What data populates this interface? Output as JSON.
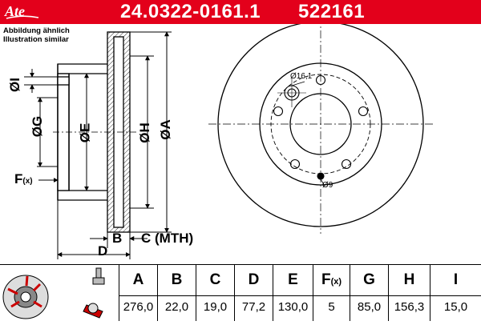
{
  "header": {
    "logo_text": "Ate",
    "part_number": "24.0322-0161.1",
    "ref_number": "522161",
    "background": "#e3001b"
  },
  "caption": {
    "line1": "Abbildung ähnlich",
    "line2": "Illustration similar"
  },
  "section_labels": {
    "I": "ØI",
    "G": "ØG",
    "E": "ØE",
    "H": "ØH",
    "A": "ØA",
    "F": "F",
    "F_sub": "(x)",
    "B": "B",
    "C": "C (MTH)",
    "D": "D"
  },
  "front_labels": {
    "bolt_hole": "Ø16,1",
    "pin_hole": "Ø9"
  },
  "table": {
    "columns": [
      {
        "key": "A",
        "value": "276,0"
      },
      {
        "key": "B",
        "value": "22,0"
      },
      {
        "key": "C",
        "value": "19,0"
      },
      {
        "key": "D",
        "value": "77,2"
      },
      {
        "key": "E",
        "value": "130,0"
      },
      {
        "key": "F",
        "sub": "(x)",
        "value": "5"
      },
      {
        "key": "G",
        "value": "85,0"
      },
      {
        "key": "H",
        "value": "156,3"
      },
      {
        "key": "I",
        "value": "15,0"
      }
    ]
  }
}
